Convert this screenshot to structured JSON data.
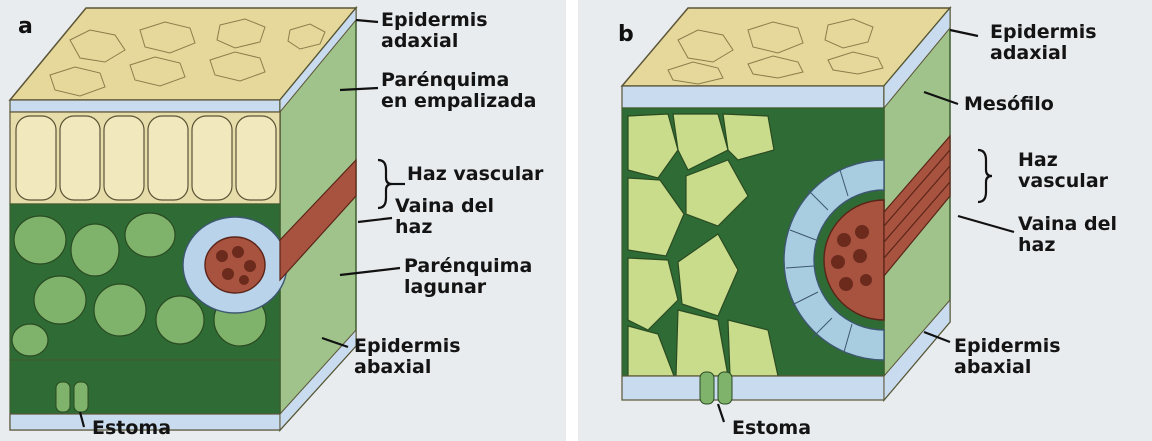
{
  "panels": [
    {
      "letter": "a",
      "labels": {
        "epidermis_adaxial": [
          "Epidermis",
          "adaxial"
        ],
        "parenquima_empalizada": [
          "Parénquima",
          "en empalizada"
        ],
        "haz_vascular": [
          "Haz vascular"
        ],
        "vaina_del_haz": [
          "Vaina del",
          "haz"
        ],
        "parenquima_lagunar": [
          "Parénquima",
          "lagunar"
        ],
        "epidermis_abaxial": [
          "Epidermis",
          "abaxial"
        ],
        "estoma": [
          "Estoma"
        ]
      }
    },
    {
      "letter": "b",
      "labels": {
        "epidermis_adaxial": [
          "Epidermis",
          "adaxial"
        ],
        "mesofilo": [
          "Mesófilo"
        ],
        "haz_vascular": [
          "Haz",
          "vascular"
        ],
        "vaina_del_haz": [
          "Vaina del",
          "haz"
        ],
        "epidermis_abaxial": [
          "Epidermis",
          "abaxial"
        ],
        "estoma": [
          "Estoma"
        ]
      }
    }
  ],
  "colors": {
    "top_surface": "#e6d89a",
    "epidermis": "#c9dcef",
    "palisade": "#e7ddaa",
    "mesophyll_green": "#7fb26a",
    "mesophyll_dark": "#2f6b34",
    "sheath": "#b9d3ea",
    "vascular": "#a8533f",
    "bundle_sheath_b": "#a9cde0",
    "bg_wash": "#e9ecef"
  }
}
